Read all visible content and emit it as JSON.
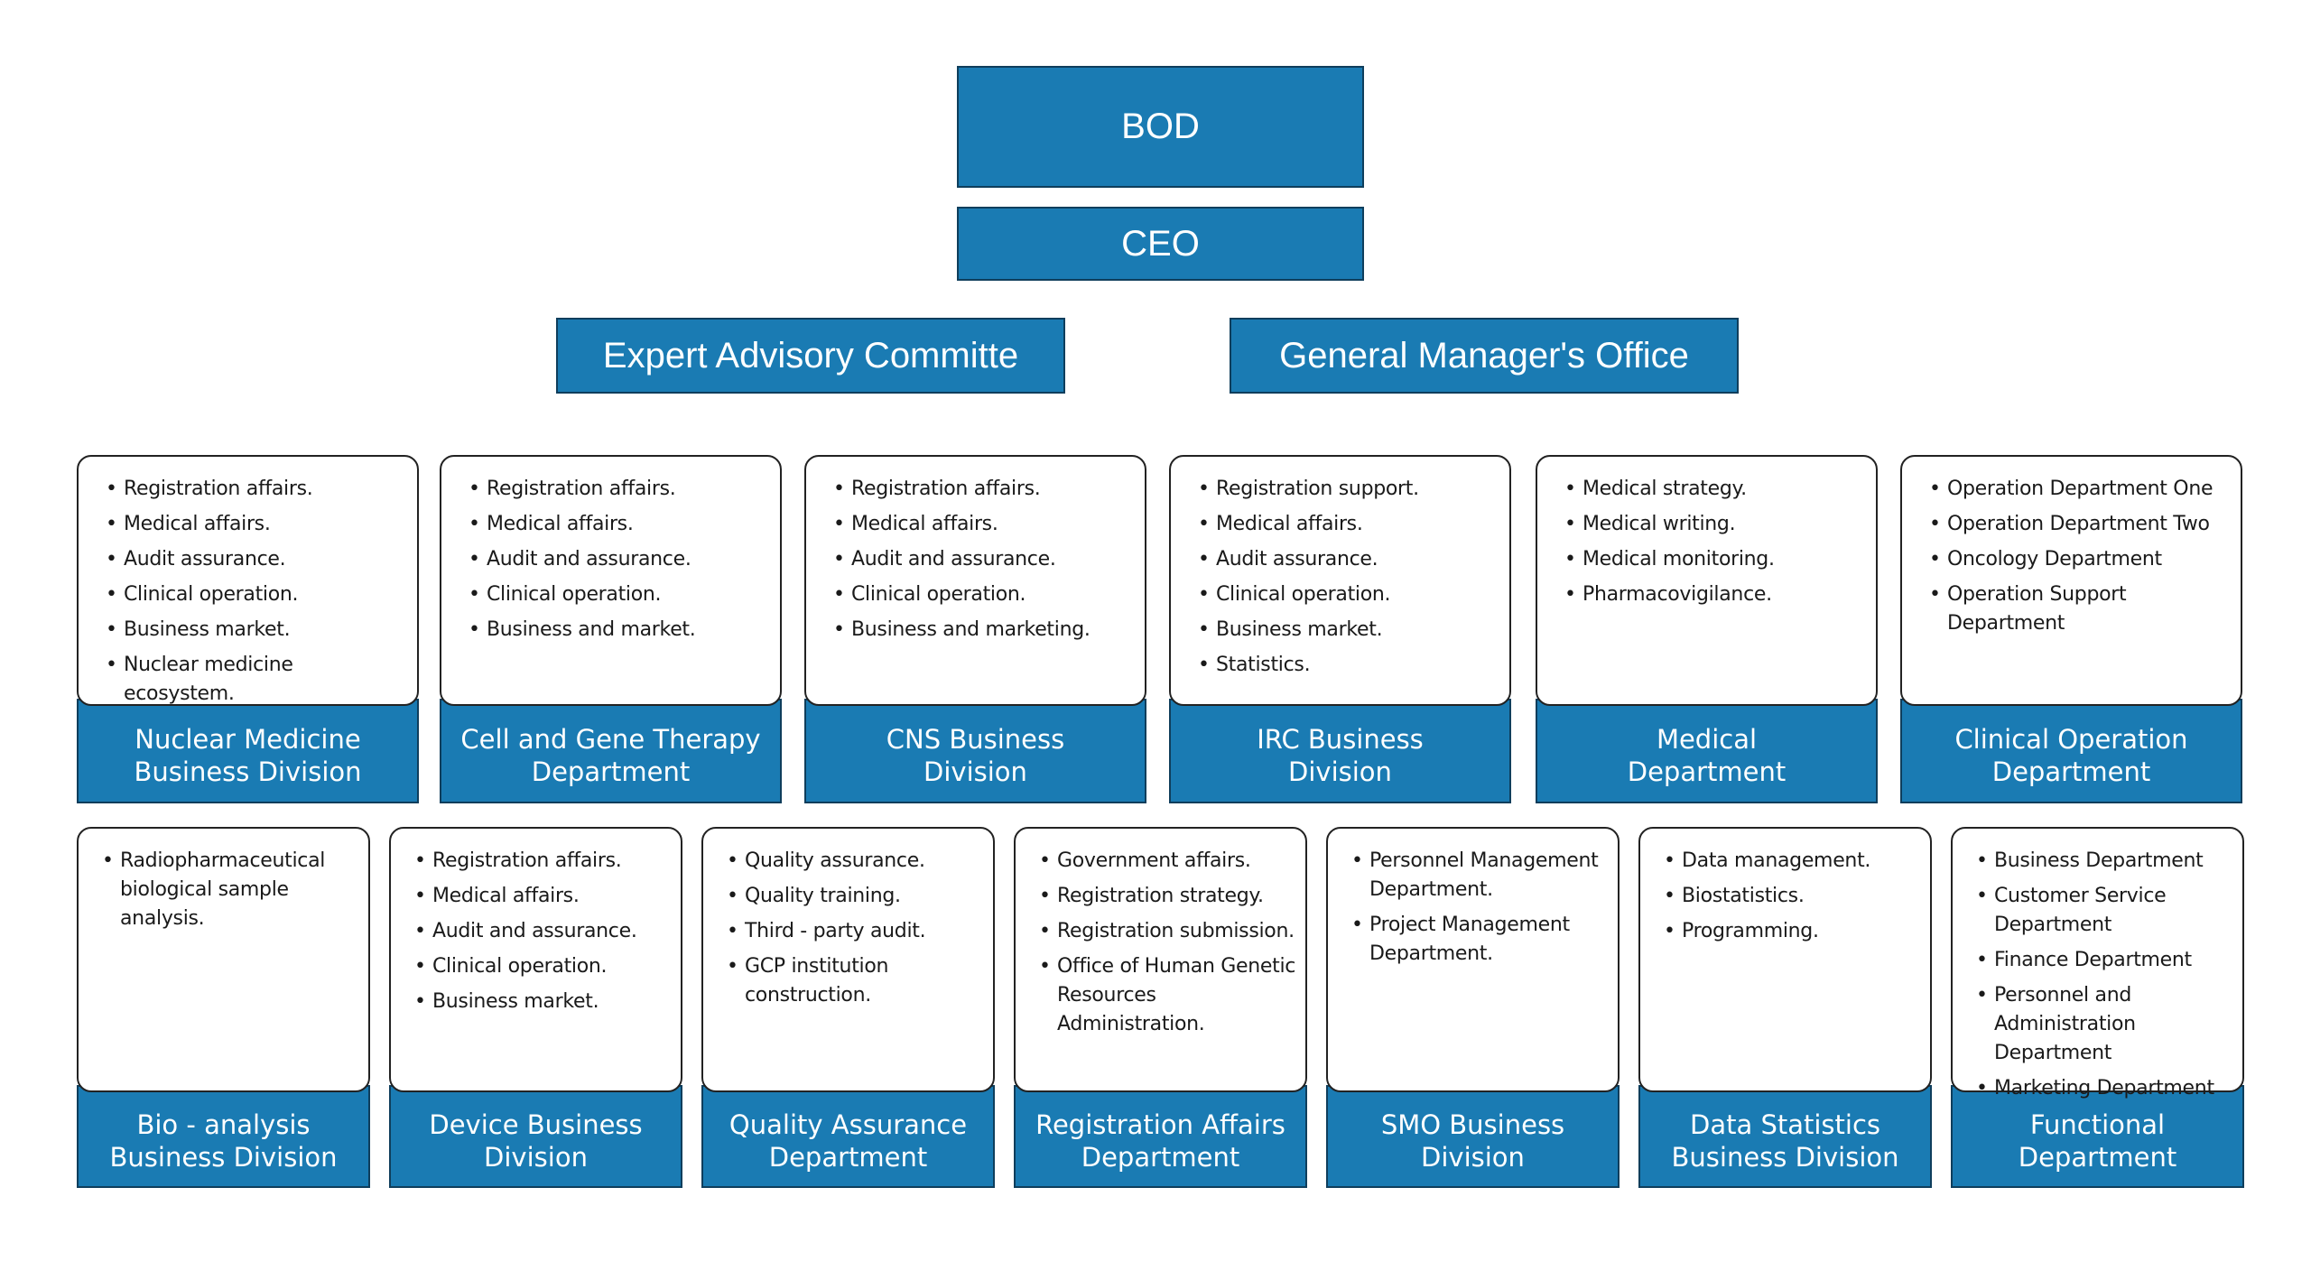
{
  "leadership": {
    "bod": "BOD",
    "ceo": "CEO",
    "expert_committee": "Expert Advisory Committe",
    "gm_office": "General Manager's Office"
  },
  "row1": [
    {
      "label": "Nuclear Medicine\nBusiness Division",
      "items": [
        "Registration affairs.",
        "Medical affairs.",
        "Audit assurance.",
        "Clinical operation.",
        "Business market.",
        "Nuclear medicine ecosystem."
      ]
    },
    {
      "label": "Cell and Gene Therapy\nDepartment",
      "items": [
        "Registration affairs.",
        "Medical affairs.",
        "Audit and assurance.",
        "Clinical operation.",
        "Business and market."
      ]
    },
    {
      "label": "CNS Business\nDivision",
      "items": [
        "Registration affairs.",
        "Medical affairs.",
        "Audit and assurance.",
        "Clinical operation.",
        "Business and marketing."
      ]
    },
    {
      "label": "IRC Business\nDivision",
      "items": [
        "Registration support.",
        "Medical affairs.",
        "Audit assurance.",
        "Clinical operation.",
        "Business market.",
        "Statistics."
      ]
    },
    {
      "label": "Medical\nDepartment",
      "items": [
        "Medical strategy.",
        "Medical writing.",
        "Medical monitoring.",
        "Pharmacovigilance."
      ]
    },
    {
      "label": "Clinical Operation\nDepartment",
      "items": [
        "Operation Department One",
        "Operation Department Two",
        "Oncology Department",
        "Operation Support Department"
      ]
    }
  ],
  "row2": [
    {
      "label": "Bio - analysis\nBusiness Division",
      "items": [
        "Radiopharmaceutical biological sample analysis."
      ]
    },
    {
      "label": "Device Business\nDivision",
      "items": [
        "Registration affairs.",
        "Medical affairs.",
        "Audit and assurance.",
        "Clinical operation.",
        "Business market."
      ]
    },
    {
      "label": "Quality Assurance\nDepartment",
      "items": [
        "Quality assurance.",
        "Quality training.",
        "Third - party audit.",
        "GCP institution construction."
      ]
    },
    {
      "label": "Registration Affairs\nDepartment",
      "items": [
        "Government affairs.",
        "Registration strategy.",
        "Registration submission.",
        "Office of Human Genetic Resources Administration."
      ]
    },
    {
      "label": "SMO Business\nDivision",
      "items": [
        "Personnel Management Department.",
        "Project Management Department."
      ]
    },
    {
      "label": "Data Statistics\nBusiness Division",
      "items": [
        "Data management.",
        "Biostatistics.",
        "Programming."
      ]
    },
    {
      "label": "Functional\nDepartment",
      "items": [
        "Business Department",
        "Customer Service Department",
        "Finance Department",
        "Personnel and Administration Department",
        "Marketing Department"
      ]
    }
  ]
}
